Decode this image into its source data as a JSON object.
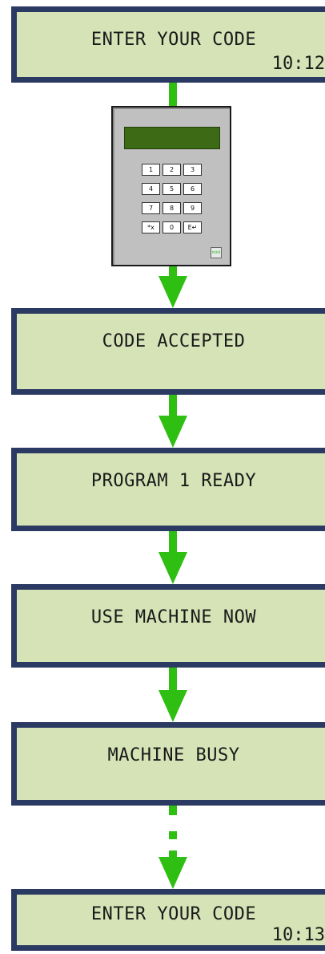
{
  "screens": [
    {
      "line1": "ENTER YOUR CODE",
      "line2": "10:12"
    },
    {
      "line1": "CODE ACCEPTED",
      "line2": ""
    },
    {
      "line1": "PROGRAM 1 READY",
      "line2": ""
    },
    {
      "line1": "USE MACHINE NOW",
      "line2": ""
    },
    {
      "line1": "MACHINE BUSY",
      "line2": ""
    },
    {
      "line1": "ENTER YOUR CODE",
      "line2": "10:13"
    }
  ],
  "keypad": {
    "keys": [
      "1",
      "2",
      "3",
      "4",
      "5",
      "6",
      "7",
      "8",
      "9",
      "*x",
      "0",
      "E↵"
    ],
    "logo_text": "mkd"
  },
  "colors": {
    "lcd_background": "#d5e3b6",
    "lcd_border": "#2b3a63",
    "arrow": "#2fbf12",
    "keypad_body": "#c0c0c0",
    "keypad_screen": "#3d6a15"
  }
}
